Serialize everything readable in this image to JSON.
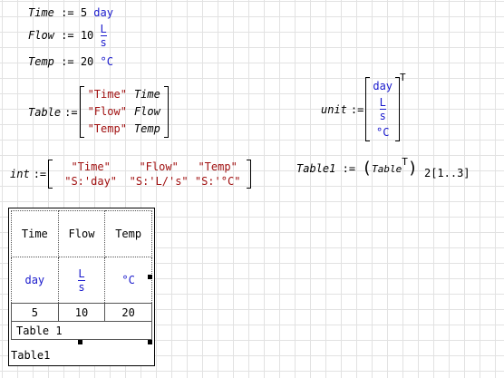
{
  "defs": {
    "time": {
      "name": "Time",
      "assign": ":=",
      "value": "5",
      "unit": "day"
    },
    "flow": {
      "name": "Flow",
      "assign": ":=",
      "value": "10",
      "unit_num": "L",
      "unit_den": "s"
    },
    "temp": {
      "name": "Temp",
      "assign": ":=",
      "value": "20",
      "unit": "°C"
    }
  },
  "table_def": {
    "name": "Table",
    "assign": ":=",
    "rows": [
      {
        "str": "\"Time\"",
        "var": "Time"
      },
      {
        "str": "\"Flow\"",
        "var": "Flow"
      },
      {
        "str": "\"Temp\"",
        "var": "Temp"
      }
    ]
  },
  "unit_def": {
    "name": "unit",
    "assign": ":=",
    "u1": "day",
    "u2_num": "L",
    "u2_den": "s",
    "u3": "°C",
    "transpose": "T"
  },
  "int_def": {
    "name": "int",
    "assign": ":=",
    "row1": [
      "\"Time\"",
      "\"Flow\"",
      "\"Temp\""
    ],
    "row2": [
      "\"S:'day\"",
      "\"S:'L/'s\"",
      "\"S:'°C\""
    ]
  },
  "table1_def": {
    "name": "Table1",
    "assign": ":=",
    "inner": "Table",
    "transpose": "T",
    "sub": "2",
    "range": "[1..3]"
  },
  "table_widget": {
    "headers": [
      "Time",
      "Flow",
      "Temp"
    ],
    "units": [
      "day",
      "L",
      "s",
      "°C"
    ],
    "values": [
      "5",
      "10",
      "20"
    ],
    "caption": "Table 1",
    "name": "Table1"
  }
}
